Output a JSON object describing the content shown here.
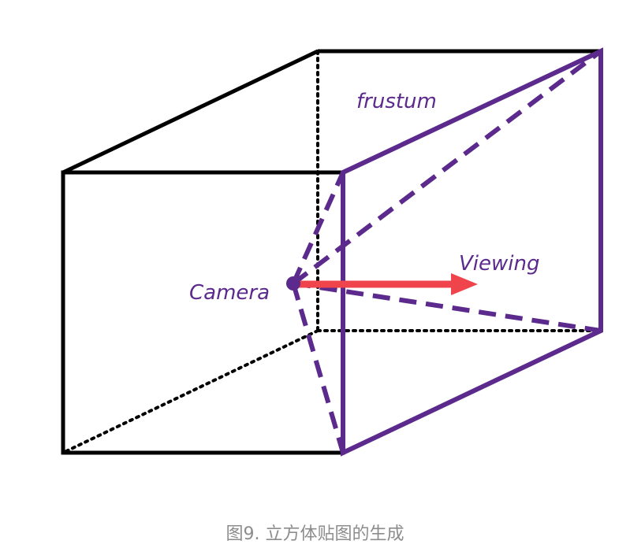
{
  "labels": {
    "frustum": "frustum",
    "viewing": "Viewing",
    "camera": "Camera"
  },
  "caption": "图9. 立方体贴图的生成",
  "colors": {
    "cube_edges": "#000000",
    "frustum": "#5b2a8c",
    "view_arrow": "#f0444c",
    "caption": "#8c8c8c"
  }
}
